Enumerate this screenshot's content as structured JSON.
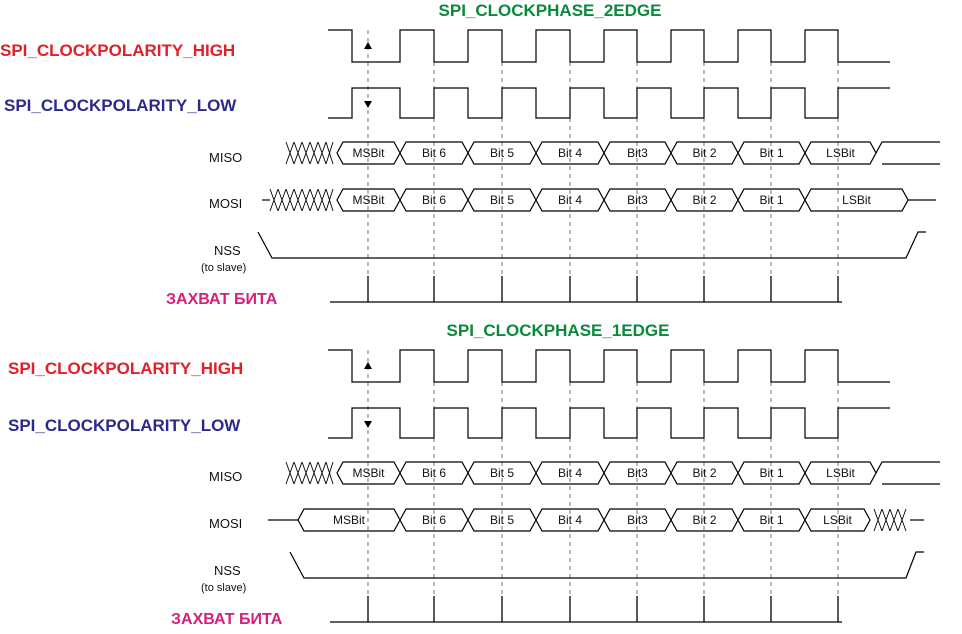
{
  "colors": {
    "title": "#0a8a3c",
    "high_label": "#e0202a",
    "low_label": "#2b2a8c",
    "capture": "#d4207a",
    "line": "#000000"
  },
  "bits": [
    "MSBit",
    "Bit 6",
    "Bit 5",
    "Bit 4",
    "Bit3",
    "Bit 2",
    "Bit 1",
    "LSBit"
  ],
  "panels": [
    {
      "title": "SPI_CLOCKPHASE_2EDGE",
      "high_label": "SPI_CLOCKPOLARITY_HIGH",
      "low_label": "SPI_CLOCKPOLARITY_LOW",
      "miso_label": "MISO",
      "mosi_label": "MOSI",
      "nss_label": "NSS",
      "nss_sub": "(to slave)",
      "capture_label": "ЗАХВАТ БИТА"
    },
    {
      "title": "SPI_CLOCKPHASE_1EDGE",
      "high_label": "SPI_CLOCKPOLARITY_HIGH",
      "low_label": "SPI_CLOCKPOLARITY_LOW",
      "miso_label": "MISO",
      "mosi_label": "MOSI",
      "nss_label": "NSS",
      "nss_sub": "(to slave)",
      "capture_label": "ЗАХВАТ БИТА"
    }
  ]
}
